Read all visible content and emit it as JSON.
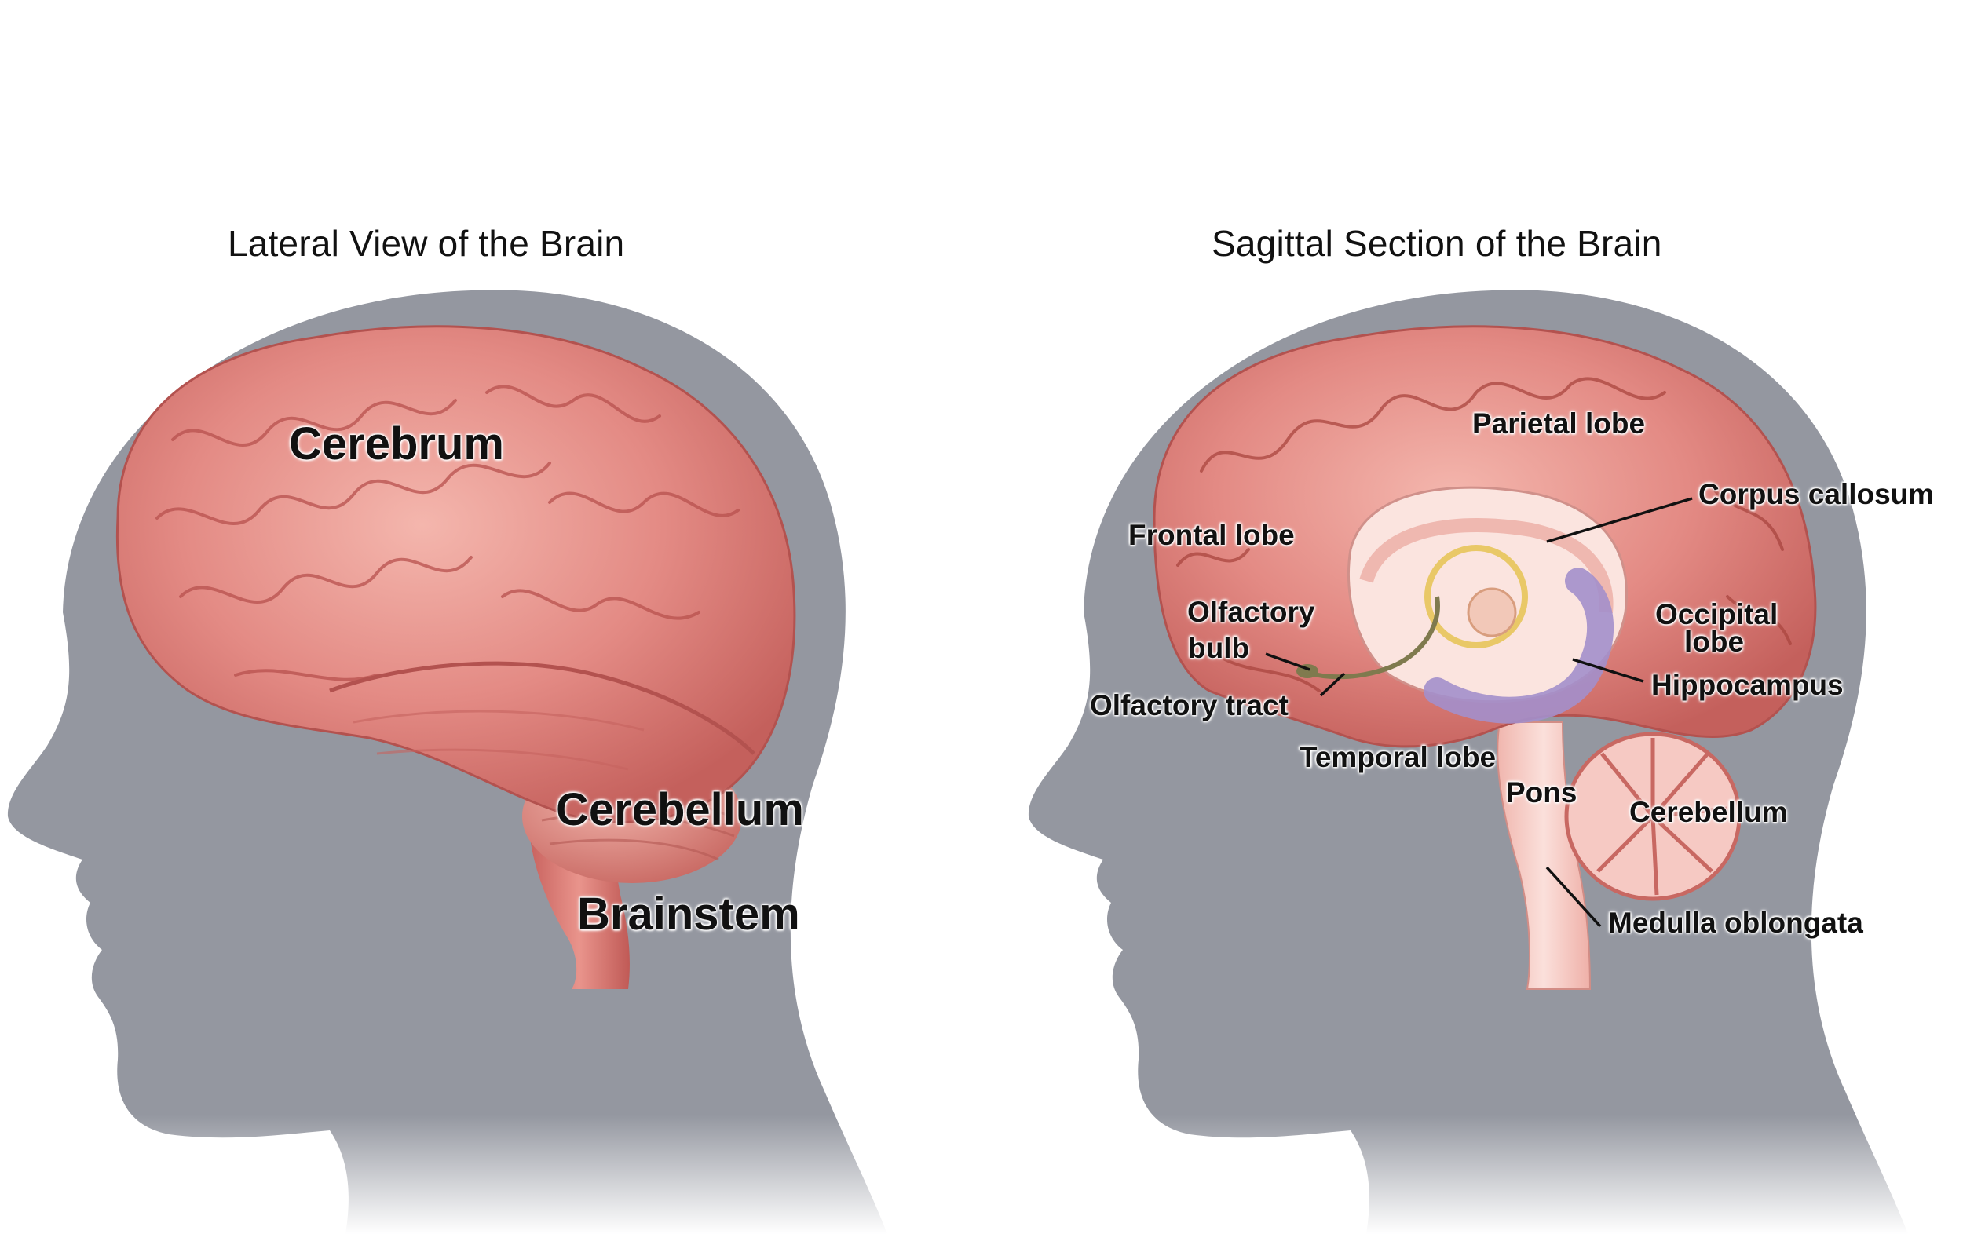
{
  "titles": {
    "lateral": "Lateral View of the Brain",
    "sagittal": "Sagittal Section of the Brain"
  },
  "lateral_labels": {
    "cerebrum": "Cerebrum",
    "cerebellum": "Cerebellum",
    "brainstem": "Brainstem"
  },
  "sagittal_labels": {
    "parietal_lobe": "Parietal lobe",
    "corpus_callosum": "Corpus callosum",
    "frontal_lobe": "Frontal lobe",
    "olfactory_bulb_1": "Olfactory",
    "olfactory_bulb_2": "bulb",
    "occipital_lobe_1": "Occipital",
    "occipital_lobe_2": "lobe",
    "hippocampus": "Hippocampus",
    "olfactory_tract": "Olfactory tract",
    "temporal_lobe": "Temporal lobe",
    "pons": "Pons",
    "cerebellum": "Cerebellum",
    "medulla_oblongata": "Medulla oblongata"
  },
  "colors": {
    "head_silhouette": "#9497a0",
    "brain_pink": "#e07f7a",
    "brain_light": "#f2b1a8",
    "brain_dark": "#b8514e",
    "stem_pink": "#f4c3bc",
    "limbic_purple": "#9f8bc6",
    "label_text": "#111111"
  }
}
